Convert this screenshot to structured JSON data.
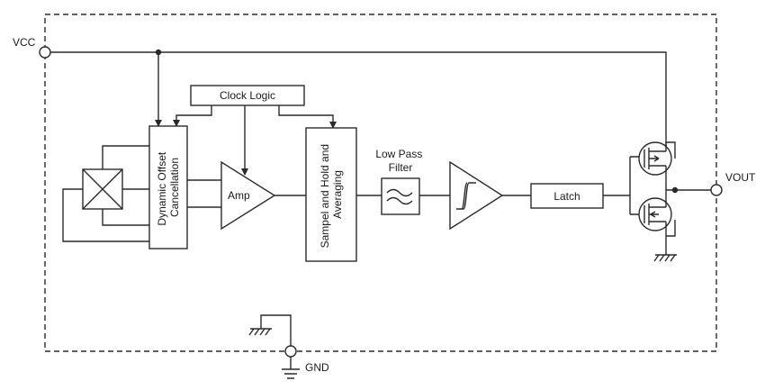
{
  "pins": {
    "vcc": "VCC",
    "vout": "VOUT",
    "gnd": "GND"
  },
  "blocks": {
    "clock_logic": "Clock Logic",
    "offset_cancel_line1": "Dynamic Offset",
    "offset_cancel_line2": "Cancellation",
    "amp": "Amp",
    "sample_hold_line1": "Sampel and Hold and",
    "sample_hold_line2": "Averaging",
    "low_pass_line1": "Low Pass",
    "low_pass_line2": "Filter",
    "latch": "Latch"
  },
  "colors": {
    "line": "#2a2a2a",
    "text": "#1a1a1a",
    "background": "#ffffff"
  },
  "icons": [
    "hall-element-icon",
    "filter-wave-icon",
    "schmitt-trigger-icon",
    "mosfet-icon",
    "ground-icon"
  ]
}
